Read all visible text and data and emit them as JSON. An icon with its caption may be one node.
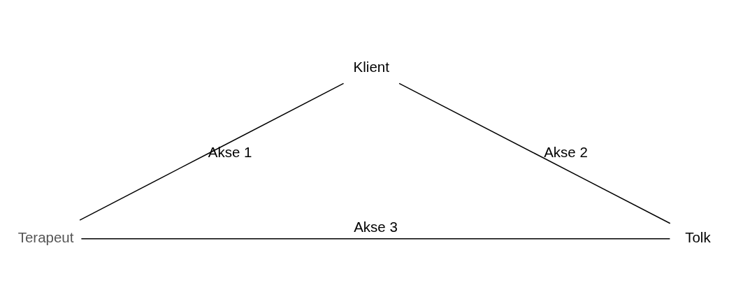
{
  "diagram": {
    "nodes": [
      {
        "text": [
          "Klient"
        ]
      },
      {
        "text": [
          "Terapeut"
        ]
      },
      {
        "text": [
          "Tolk"
        ]
      }
    ],
    "edges": [
      {
        "from": 0,
        "to": 1,
        "arrow": "none",
        "label": "Akse 1"
      },
      {
        "from": 0,
        "to": 2,
        "arrow": "none",
        "label": "Akse 2"
      },
      {
        "from": 1,
        "to": 2,
        "arrow": "none",
        "label": "Akse 3"
      }
    ]
  }
}
